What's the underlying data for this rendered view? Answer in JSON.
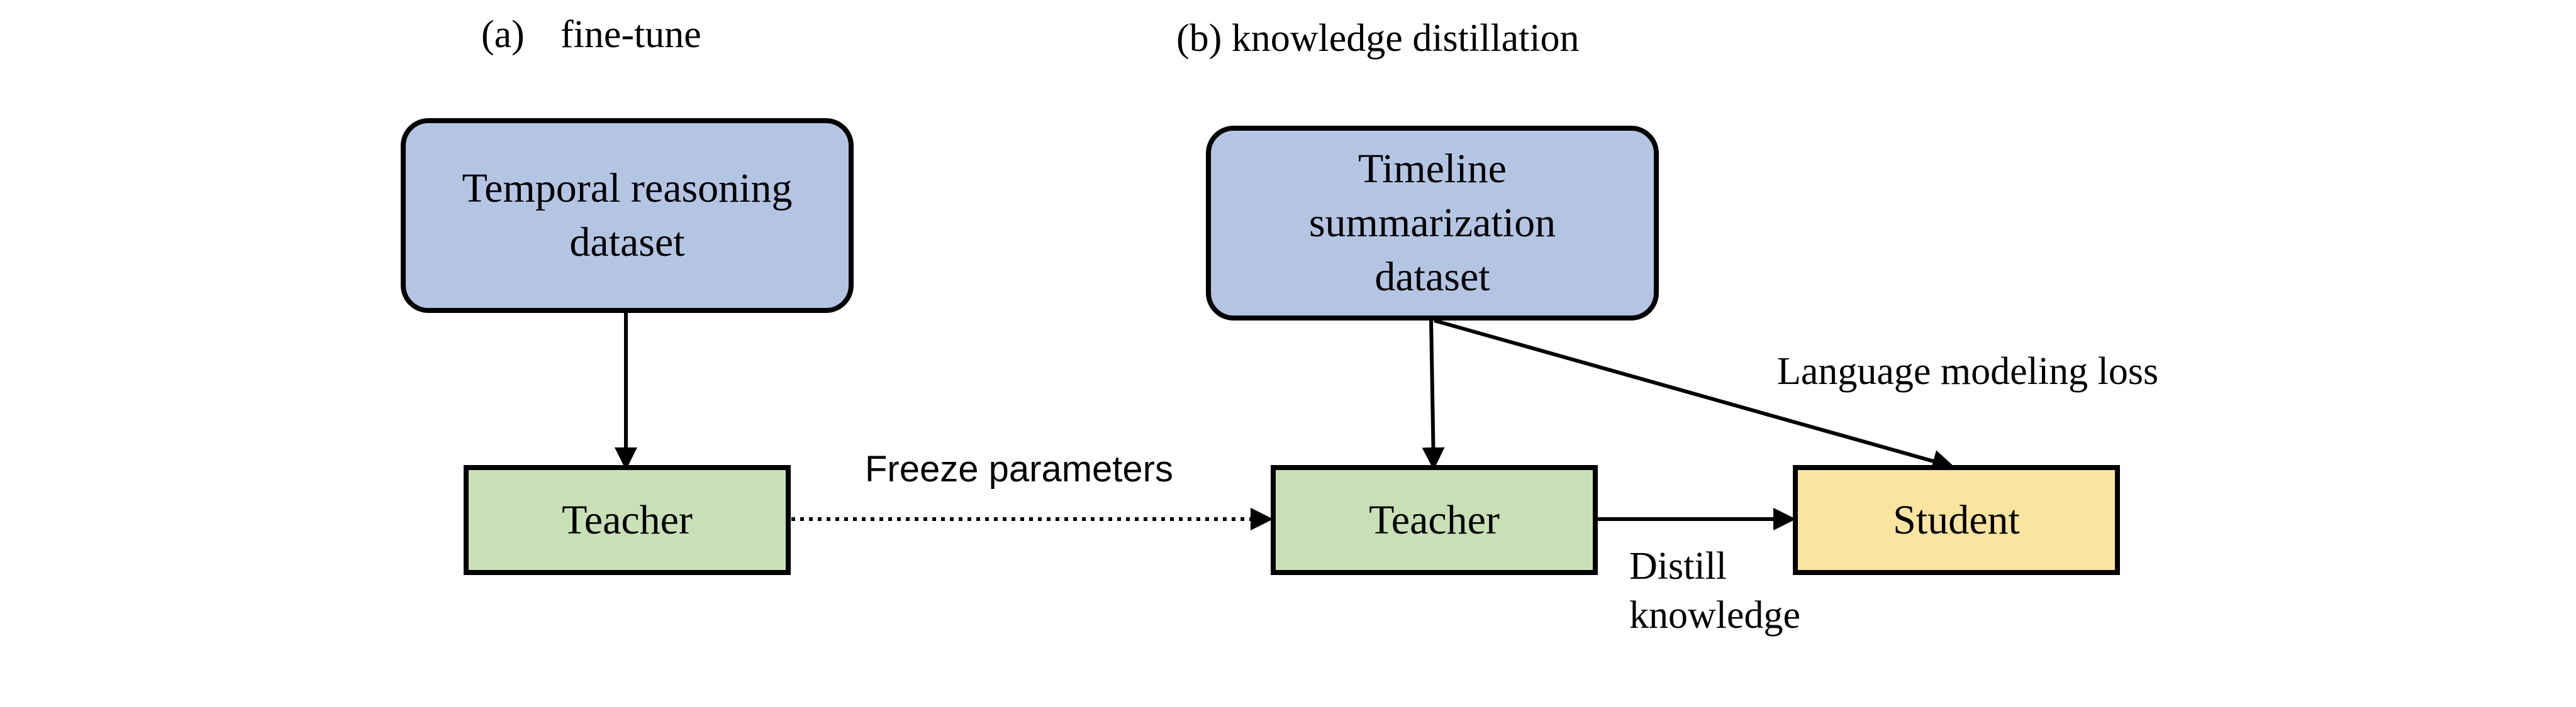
{
  "panels": {
    "a": {
      "label": "(a)",
      "title": "fine-tune"
    },
    "b": {
      "title": "(b) knowledge distillation"
    }
  },
  "nodes": {
    "temporal_dataset": {
      "line1": "Temporal reasoning",
      "line2": "dataset",
      "fill": "#b4c5e4"
    },
    "teacher_a": {
      "label": "Teacher",
      "fill": "#c9e0b7"
    },
    "timeline_dataset": {
      "line1": "Timeline",
      "line2": "summarization",
      "line3": "dataset",
      "fill": "#b4c5e4"
    },
    "teacher_b": {
      "label": "Teacher",
      "fill": "#c9e0b7"
    },
    "student": {
      "label": "Student",
      "fill": "#fbe4a0"
    }
  },
  "edges": {
    "freeze": {
      "label": "Freeze parameters"
    },
    "lm_loss": {
      "label": "Language modeling loss"
    },
    "distill": {
      "line1": "Distill",
      "line2": "knowledge"
    }
  }
}
